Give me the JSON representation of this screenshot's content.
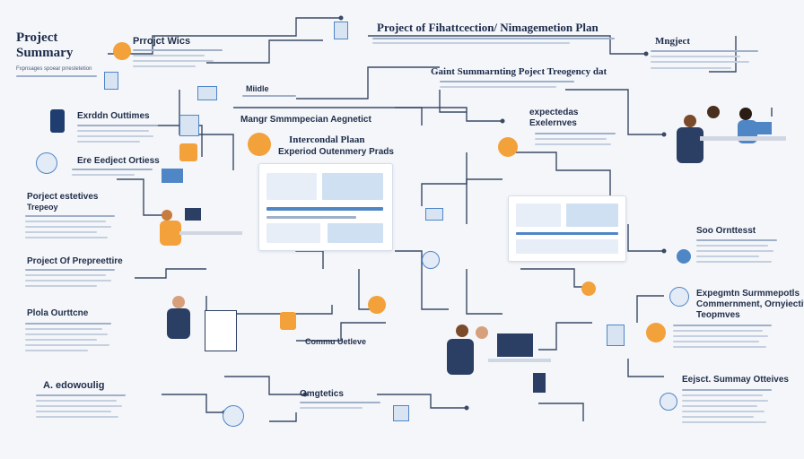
{
  "header": {
    "summary_title": "Project Summary",
    "summary_sub": "Fxpnsages spoear prrestetetion",
    "main_title": "Project of Fihattcection/ Nimagemetion Plan",
    "manager": "Mngject"
  },
  "labels": {
    "project_wics": "Prrojct Wics",
    "middle": "Miidle",
    "outtimes": "Exrddn Outtimes",
    "gaint": "Gaint Summarnting Poject Treogency dat",
    "managing": "Mangr Smmmpecian Aegnetict",
    "intercondal": "Intercondal Plaan",
    "expendon": "Experiod Outenmery Prads",
    "expected": "expectedas Exelernves",
    "effect": "Ere Eedject Ortiess",
    "project_estives": "Porject estetives",
    "trepcoy": "Trepeoy",
    "pref": "Project Of Prepreettire",
    "plo": "Plola Ourttcne",
    "so": "Soo Ornttesst",
    "expgmn": "Expegmtn Surmmepotls",
    "comm": "Commernment, Ornyiectives",
    "teopmves": "Teopmves",
    "commu": "Commu Uetleve",
    "schedule": "A. edowoulig",
    "omgetics": "Omgtetics",
    "eejest": "Eejsct. Summay Otteives"
  },
  "colors": {
    "accent_orange": "#f3a13b",
    "accent_blue": "#4f86c6",
    "navy": "#1f2d48",
    "wire": "#3a4a64"
  }
}
